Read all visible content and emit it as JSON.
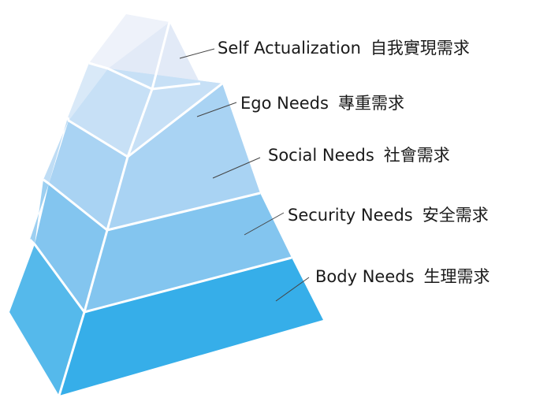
{
  "levels": [
    {
      "english": "Self Actualization",
      "chinese": "自我實現需求",
      "color_front": "#E2EAF7",
      "color_side": "#EEF2FA"
    },
    {
      "english": "Ego Needs",
      "chinese": "專重需求",
      "color_front": "#C7E0F6",
      "color_side": "#D9E9F8"
    },
    {
      "english": "Social Needs",
      "chinese": "社會需求",
      "color_front": "#A9D3F3",
      "color_side": "#BFDDF5"
    },
    {
      "english": "Security Needs",
      "chinese": "安全需求",
      "color_front": "#83C5EF",
      "color_side": "#9CCFF1"
    },
    {
      "english": "Body Needs",
      "chinese": "生理需求",
      "color_front": "#36AEE9",
      "color_side": "#55B9EB"
    }
  ],
  "colors": {
    "divider": "#ffffff",
    "leader_line": "#444444",
    "text": "#1a1a1a"
  }
}
